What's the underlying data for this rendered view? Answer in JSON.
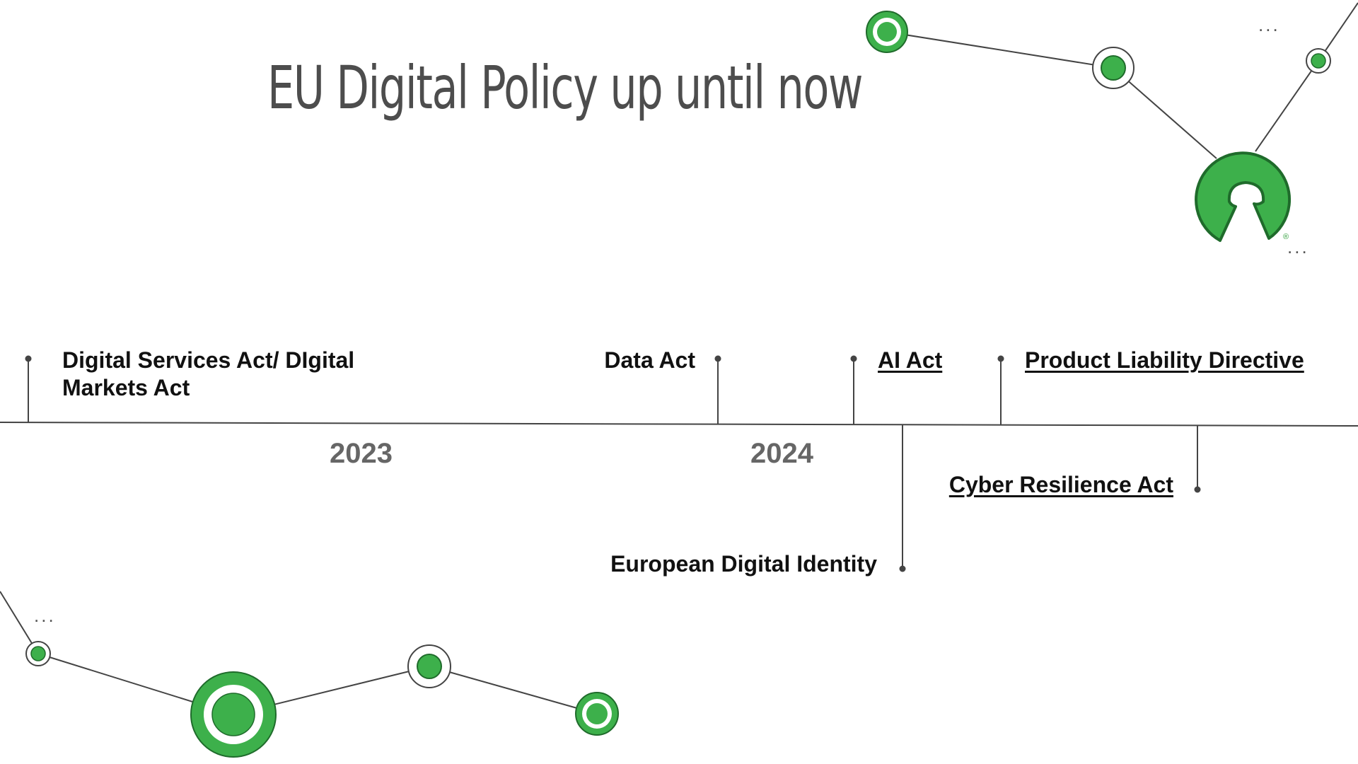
{
  "slide": {
    "title": "EU Digital Policy up until now"
  },
  "timeline": {
    "years": [
      "2023",
      "2024"
    ],
    "items_above": [
      {
        "label": "Digital Services Act/ DIgital",
        "label_line2": "Markets Act"
      },
      {
        "label": "Data Act"
      },
      {
        "label": "AI Act",
        "underlined": true
      },
      {
        "label": "Product Liability Directive",
        "underlined": true
      }
    ],
    "items_below": [
      {
        "label": "Cyber Resilience Act",
        "underlined": true
      },
      {
        "label": "European Digital Identity"
      }
    ]
  },
  "decor": {
    "ellipsis": "...",
    "registered_mark": "®",
    "logo_icon": "open-source-initiative-logo",
    "colors": {
      "green": "#3db04b",
      "dark_green": "#1f6b2b",
      "line": "#444444",
      "title": "#4d4d4d",
      "year": "#666666"
    }
  }
}
